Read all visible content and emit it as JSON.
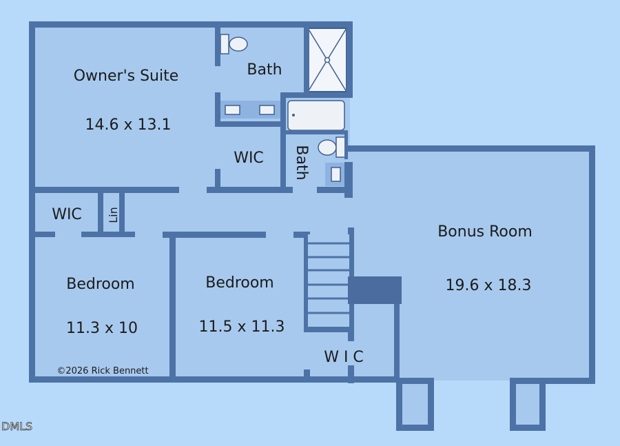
{
  "colors": {
    "background": "#b7dafb",
    "floor": "#a7c9ee",
    "wall": "#4d72a6",
    "stair_landing": "#4a6c9e",
    "fixture": "#eef2f7"
  },
  "rooms": {
    "owners_suite": {
      "name": "Owner's Suite",
      "dims": "14.6 x 13.1"
    },
    "bath_owner": {
      "name": "Bath"
    },
    "wic_owner": {
      "name": "WIC"
    },
    "bath_hall": {
      "name": "Bath"
    },
    "wic_left": {
      "name": "WIC"
    },
    "linen": {
      "name": "Lin"
    },
    "bedroom_left": {
      "name": "Bedroom",
      "dims": "11.3 x 10"
    },
    "bedroom_middle": {
      "name": "Bedroom",
      "dims": "11.5 x 11.3"
    },
    "bonus_room": {
      "name": "Bonus Room",
      "dims": "19.6 x 18.3"
    },
    "wic_stair": {
      "name": "W I C"
    }
  },
  "copyright": "©2026 Rick Bennett",
  "watermark": "DMLS"
}
